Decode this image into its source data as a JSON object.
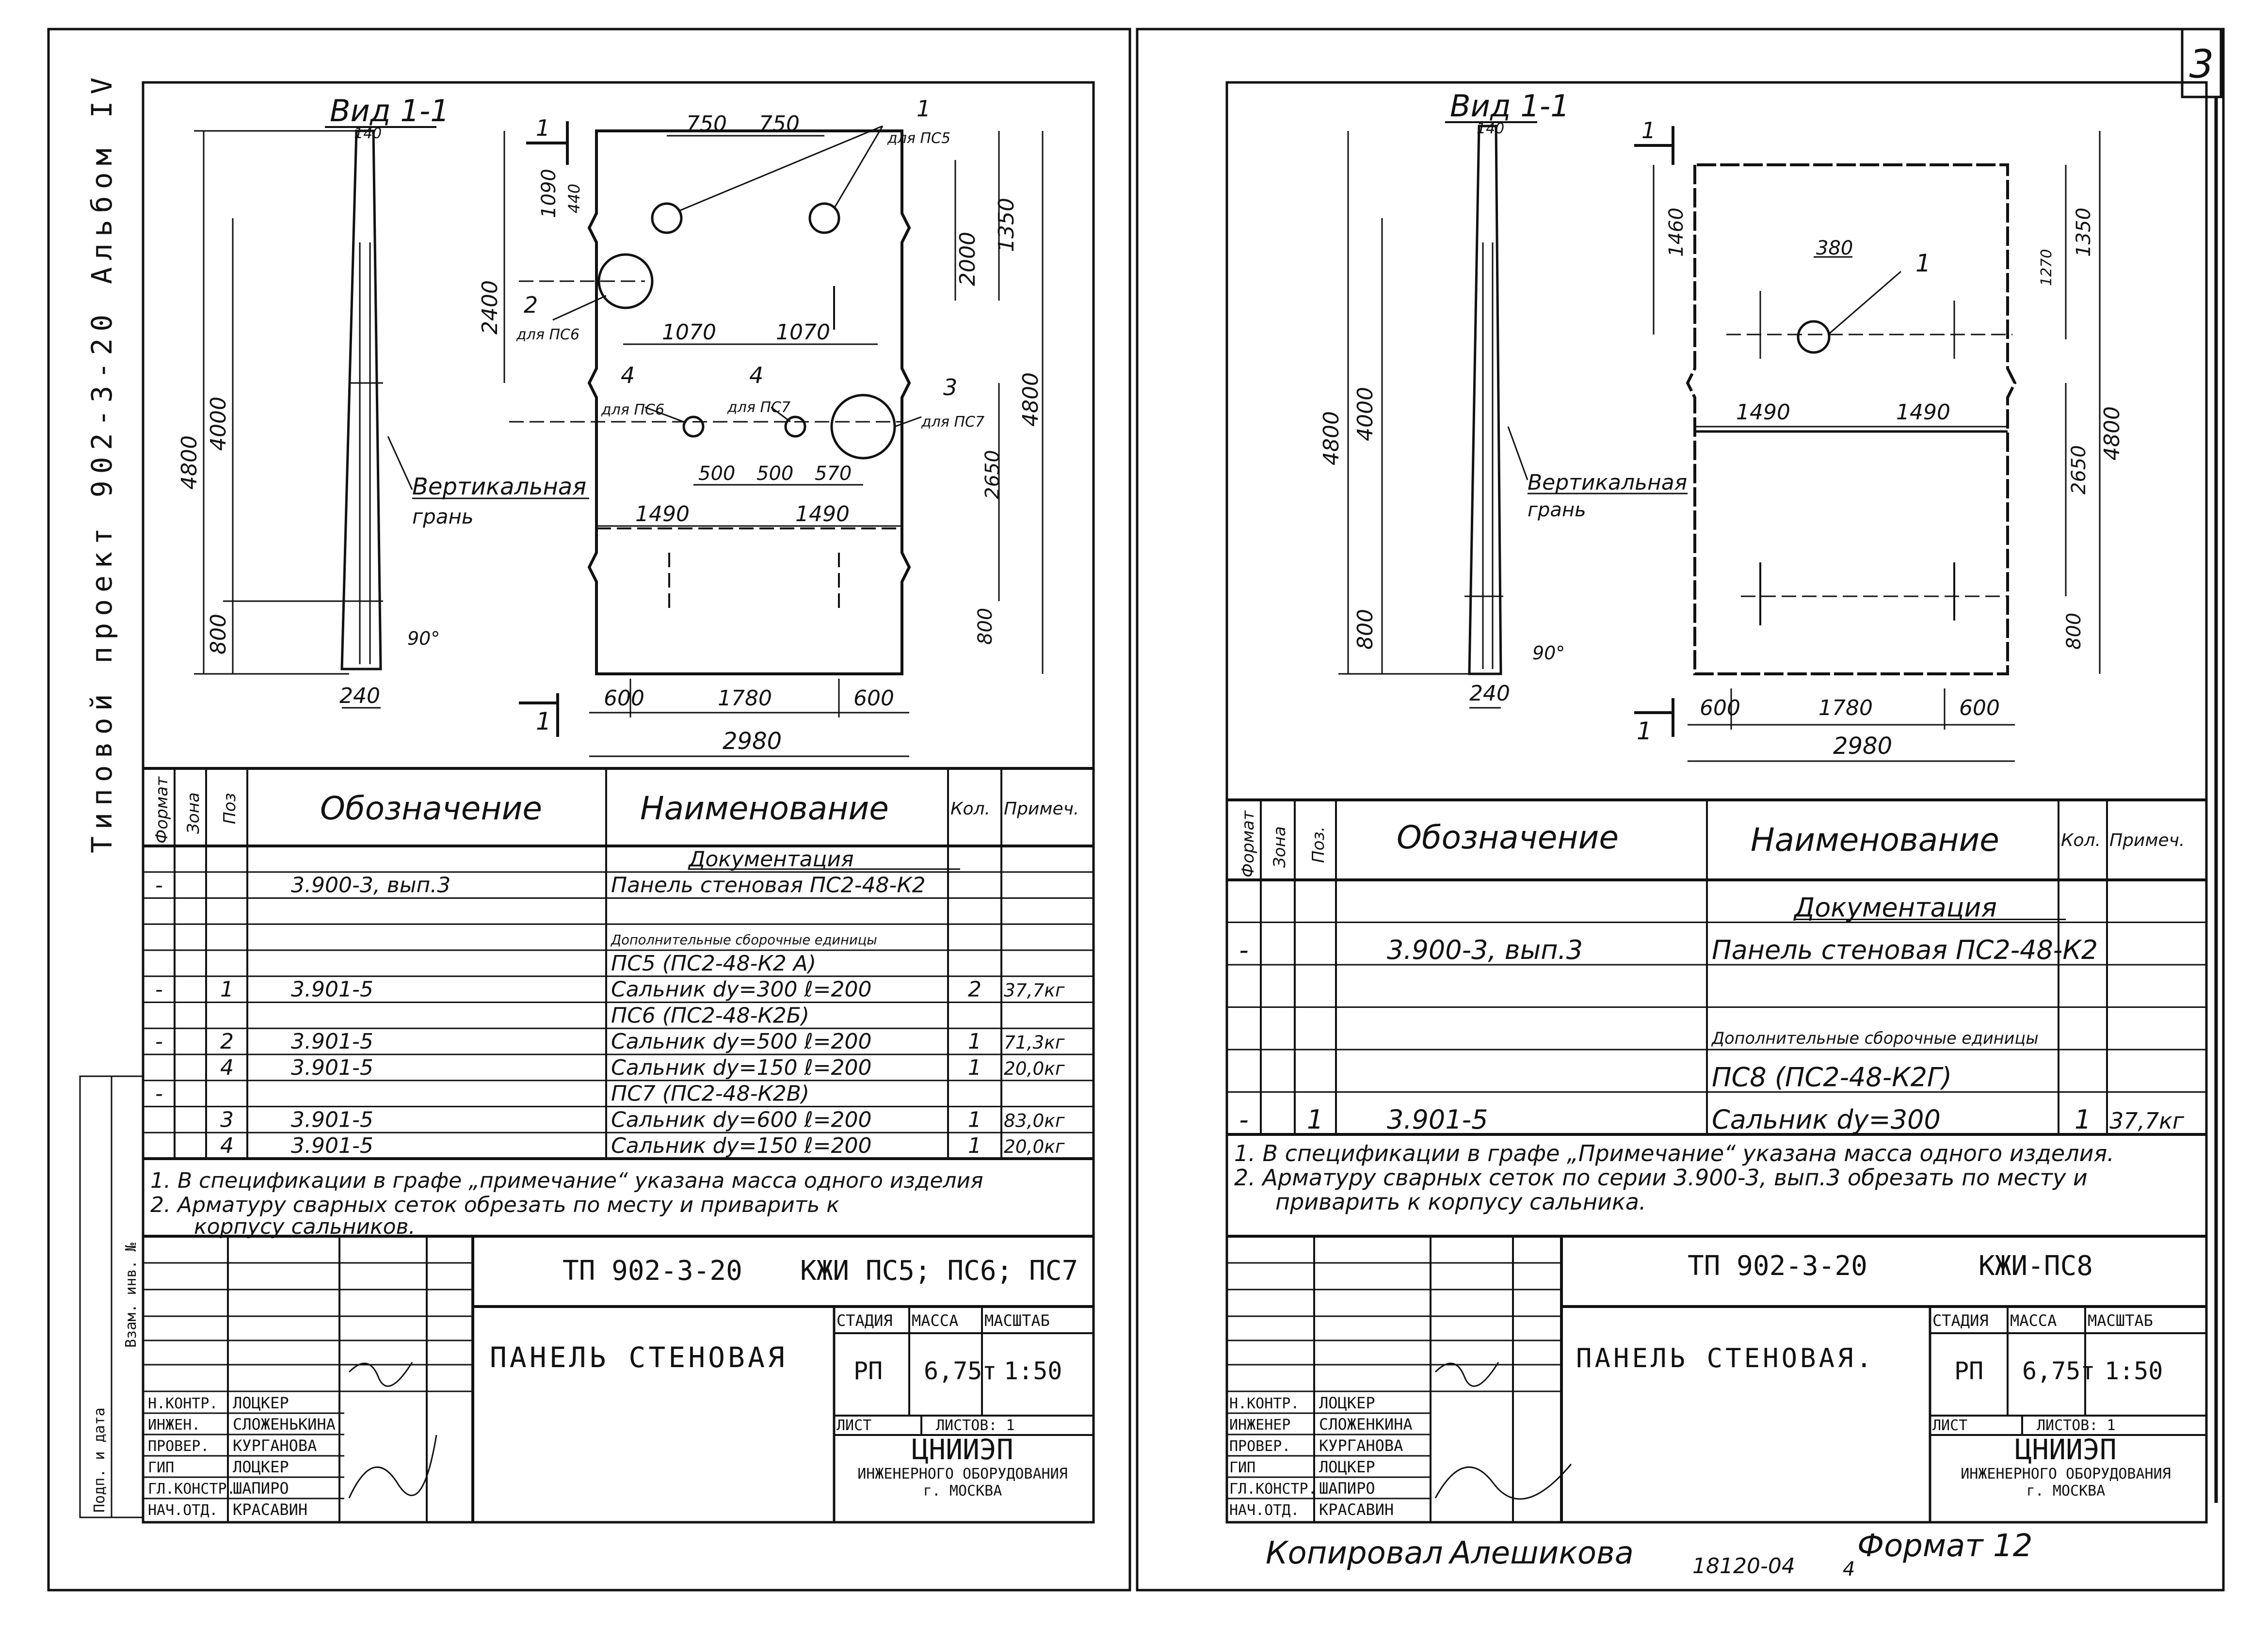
{
  "margin": {
    "album_title": "Типовой проект 902-3-20 Альбом IV",
    "approval_stamp": "Подп. и дата",
    "inventory_stamp": "Взам. инв. №",
    "sheet_number": "3"
  },
  "left": {
    "view_label": "Вид 1-1",
    "side_dims": {
      "top": "140",
      "total": "4800",
      "mid": "4000",
      "bottom": "800",
      "base": "240",
      "angle": "90°"
    },
    "side_callout": "Вертикальная",
    "side_callout2": "грань",
    "section_mark": "1",
    "front_dims": {
      "top1": "750",
      "top2": "750",
      "off1": "1090",
      "off2": "440",
      "height_a": "2400",
      "height_b": "2000",
      "height_c": "1350",
      "mid1": "1070",
      "mid2": "1070",
      "h4800": "4800",
      "h2650": "2650",
      "h800": "800",
      "low1": "500",
      "low2": "500",
      "low3": "570",
      "w1": "1490",
      "w2": "1490",
      "b1": "600",
      "b2": "1780",
      "b3": "600",
      "total": "2980"
    },
    "callouts": {
      "c1": "1",
      "c1_note": "для ПС5",
      "c2": "2",
      "c2_note": "для ПС6",
      "c3": "3",
      "c3_note": "для ПС7",
      "c4a": "4",
      "c4a_note": "для ПС6",
      "c4b": "4",
      "c4b_note": "для ПС7"
    },
    "table": {
      "col_format": "Формат",
      "col_zone": "Зона",
      "col_pos": "Поз",
      "col_designation": "Обозначение",
      "col_name": "Наименование",
      "col_qty": "Кол.",
      "col_note": "Примеч.",
      "rows": [
        {
          "f": "",
          "z": "",
          "p": "",
          "d": "",
          "n": "Документация",
          "q": "",
          "m": "",
          "style": "header"
        },
        {
          "f": "-",
          "z": "",
          "p": "",
          "d": "3.900-3, вып.3",
          "n": "Панель стеновая ПС2-48-К2",
          "q": "",
          "m": ""
        },
        {
          "f": "",
          "z": "",
          "p": "",
          "d": "",
          "n": "",
          "q": "",
          "m": ""
        },
        {
          "f": "",
          "z": "",
          "p": "",
          "d": "",
          "n": "Дополнительные сборочные единицы",
          "q": "",
          "m": "",
          "style": "small"
        },
        {
          "f": "",
          "z": "",
          "p": "",
          "d": "",
          "n": "ПС5 (ПС2-48-К2 А)",
          "q": "",
          "m": ""
        },
        {
          "f": "-",
          "z": "",
          "p": "1",
          "d": "3.901-5",
          "n": "Сальник dу=300 ℓ=200",
          "q": "2",
          "m": "37,7кг"
        },
        {
          "f": "",
          "z": "",
          "p": "",
          "d": "",
          "n": "ПС6 (ПС2-48-К2Б)",
          "q": "",
          "m": ""
        },
        {
          "f": "-",
          "z": "",
          "p": "2",
          "d": "3.901-5",
          "n": "Сальник dу=500 ℓ=200",
          "q": "1",
          "m": "71,3кг"
        },
        {
          "f": "",
          "z": "",
          "p": "4",
          "d": "3.901-5",
          "n": "Сальник dу=150 ℓ=200",
          "q": "1",
          "m": "20,0кг"
        },
        {
          "f": "-",
          "z": "",
          "p": "",
          "d": "",
          "n": "ПС7 (ПС2-48-К2В)",
          "q": "",
          "m": ""
        },
        {
          "f": "",
          "z": "",
          "p": "3",
          "d": "3.901-5",
          "n": "Сальник dу=600 ℓ=200",
          "q": "1",
          "m": "83,0кг"
        },
        {
          "f": "",
          "z": "",
          "p": "4",
          "d": "3.901-5",
          "n": "Сальник dу=150 ℓ=200",
          "q": "1",
          "m": "20,0кг"
        }
      ]
    },
    "notes": [
      "1. В спецификации в графе „примечание“ указана масса одного изделия",
      "2. Арматуру сварных сеток обрезать по месту и приварить к",
      "корпусу сальников."
    ],
    "title_block": {
      "code": "ТП 902-3-20",
      "mark": "КЖИ ПС5; ПС6; ПС7",
      "name": "ПАНЕЛЬ СТЕНОВАЯ",
      "stage_h": "СТАДИЯ",
      "mass_h": "МАССА",
      "scale_h": "МАСШТАБ",
      "stage": "РП",
      "mass": "6,75т",
      "scale": "1:50",
      "sheet": "ЛИСТ",
      "sheets": "ЛИСТОВ: 1",
      "org1": "ЦНИИЭП",
      "org2": "ИНЖЕНЕРНОГО ОБОРУДОВАНИЯ",
      "org3": "г. МОСКВА",
      "staff": [
        {
          "role": "Н.КОНТР.",
          "name": "ЛОЦКЕР"
        },
        {
          "role": "ИНЖЕН.",
          "name": "СЛОЖЕНЬКИНА"
        },
        {
          "role": "ПРОВЕР.",
          "name": "КУРГАНОВА"
        },
        {
          "role": "ГИП",
          "name": "ЛОЦКЕР"
        },
        {
          "role": "ГЛ.КОНСТР.",
          "name": "ШАПИРО"
        },
        {
          "role": "НАЧ.ОТД.",
          "name": "КРАСАВИН"
        }
      ]
    }
  },
  "right": {
    "view_label": "Вид 1-1",
    "side_dims": {
      "top": "140",
      "total": "4800",
      "mid": "4000",
      "bottom": "800",
      "base": "240",
      "angle": "90°"
    },
    "side_callout": "Вертикальная",
    "side_callout2": "грань",
    "section_mark": "1",
    "front_dims": {
      "h1460": "1460",
      "hole": "380",
      "h1350": "1350",
      "h1270": "1270",
      "w1": "1490",
      "w2": "1490",
      "h2650": "2650",
      "h4800": "4800",
      "h800": "800",
      "b1": "600",
      "b2": "1780",
      "b3": "600",
      "total": "2980"
    },
    "callouts": {
      "c1": "1"
    },
    "table": {
      "col_format": "Формат",
      "col_zone": "Зона",
      "col_pos": "Поз.",
      "col_designation": "Обозначение",
      "col_name": "Наименование",
      "col_qty": "Кол.",
      "col_note": "Примеч.",
      "rows": [
        {
          "f": "",
          "z": "",
          "p": "",
          "d": "",
          "n": "Документация",
          "q": "",
          "m": "",
          "style": "header"
        },
        {
          "f": "-",
          "z": "",
          "p": "",
          "d": "3.900-3, вып.3",
          "n": "Панель стеновая ПС2-48-К2",
          "q": "",
          "m": ""
        },
        {
          "f": "",
          "z": "",
          "p": "",
          "d": "",
          "n": "",
          "q": "",
          "m": ""
        },
        {
          "f": "",
          "z": "",
          "p": "",
          "d": "",
          "n": "Дополнительные сборочные единицы",
          "q": "",
          "m": "",
          "style": "small"
        },
        {
          "f": "",
          "z": "",
          "p": "",
          "d": "",
          "n": "ПС8 (ПС2-48-К2Г)",
          "q": "",
          "m": ""
        },
        {
          "f": "-",
          "z": "",
          "p": "1",
          "d": "3.901-5",
          "n": "Сальник dу=300",
          "q": "1",
          "m": "37,7кг"
        }
      ]
    },
    "notes": [
      "1. В спецификации в графе „Примечание“ указана масса одного изделия.",
      "2. Арматуру сварных сеток по серии 3.900-3, вып.3 обрезать по месту и",
      "приварить к корпусу сальника."
    ],
    "title_block": {
      "code": "ТП 902-3-20",
      "mark": "КЖИ-ПС8",
      "name": "ПАНЕЛЬ СТЕНОВАЯ.",
      "stage_h": "СТАДИЯ",
      "mass_h": "МАССА",
      "scale_h": "МАСШТАБ",
      "stage": "РП",
      "mass": "6,75т",
      "scale": "1:50",
      "sheet": "ЛИСТ",
      "sheets": "ЛИСТОВ: 1",
      "org1": "ЦНИИЭП",
      "org2": "ИНЖЕНЕРНОГО ОБОРУДОВАНИЯ",
      "org3": "г. МОСКВА",
      "staff": [
        {
          "role": "Н.КОНТР.",
          "name": "ЛОЦКЕР"
        },
        {
          "role": "ИНЖЕНЕР",
          "name": "СЛОЖЕНКИНА"
        },
        {
          "role": "ПРОВЕР.",
          "name": "КУРГАНОВА"
        },
        {
          "role": "ГИП",
          "name": "ЛОЦКЕР"
        },
        {
          "role": "ГЛ.КОНСТР.",
          "name": "ШАПИРО"
        },
        {
          "role": "НАЧ.ОТД.",
          "name": "КРАСАВИН"
        }
      ]
    },
    "footer": {
      "copied": "Копировал",
      "copier": "Алешикова",
      "archive": "18120-04",
      "format": "Формат 12",
      "format_sub": "4"
    }
  }
}
